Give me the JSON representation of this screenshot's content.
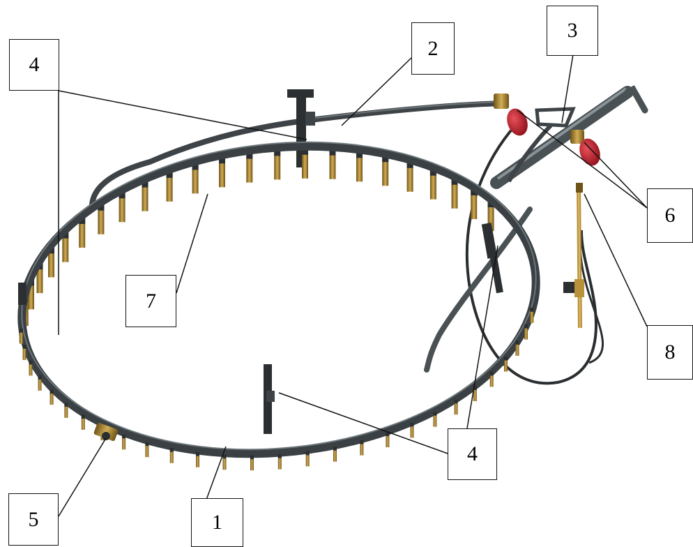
{
  "labels": {
    "top_left_4": "4",
    "top_2": "2",
    "top_3": "3",
    "right_6": "6",
    "left_7": "7",
    "right_8": "8",
    "bottom_4": "4",
    "bottom_left_5": "5",
    "bottom_1": "1"
  },
  "colors": {
    "pipe": "#3d4346",
    "pipe_highlight": "#6b7478",
    "brass": "#b8913a",
    "brass_dark": "#6e5318",
    "valve_red": "#c0202a",
    "leader": "#111111"
  },
  "icons": {
    "burner_ring": "ring-burner-icon",
    "nozzle": "nozzle-icon",
    "valve": "gas-valve-icon",
    "torch": "torch-icon"
  }
}
